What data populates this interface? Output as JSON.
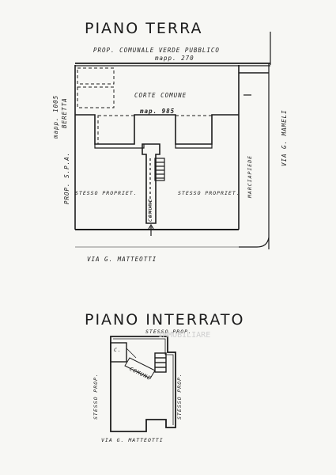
{
  "ground_floor": {
    "title": "PIANO TERRA",
    "neighbor_top_line1": "PROP. COMUNALE VERDE PUBBLICO",
    "neighbor_top_line2": "mapp. 270",
    "neighbor_left_line1": "mapp. 1005",
    "neighbor_left_line2": "BERETTA",
    "neighbor_left_line3": "PROP. S.P.A.",
    "courtyard_label": "CORTE COMUNE",
    "parcel_label": "map. 985",
    "left_unit_label": "STESSO PROPRIET.",
    "right_unit_label": "STESSO PROPRIET.",
    "shared_label": "COMUNE",
    "sidewalk_label": "MARCIAPIEDE",
    "street_right": "VIA G. MAMELI",
    "street_bottom": "VIA G. MATTEOTTI"
  },
  "basement": {
    "title": "PIANO INTERRATO",
    "top_label": "STESSO PROP.",
    "room_label": "C.",
    "shared_label": "COMUNE",
    "left_label": "STESSO PROP.",
    "right_label": "STESSO PROP.",
    "street_bottom": "VIA G. MATTEOTTI"
  },
  "watermark": "IMMOBILIARE"
}
